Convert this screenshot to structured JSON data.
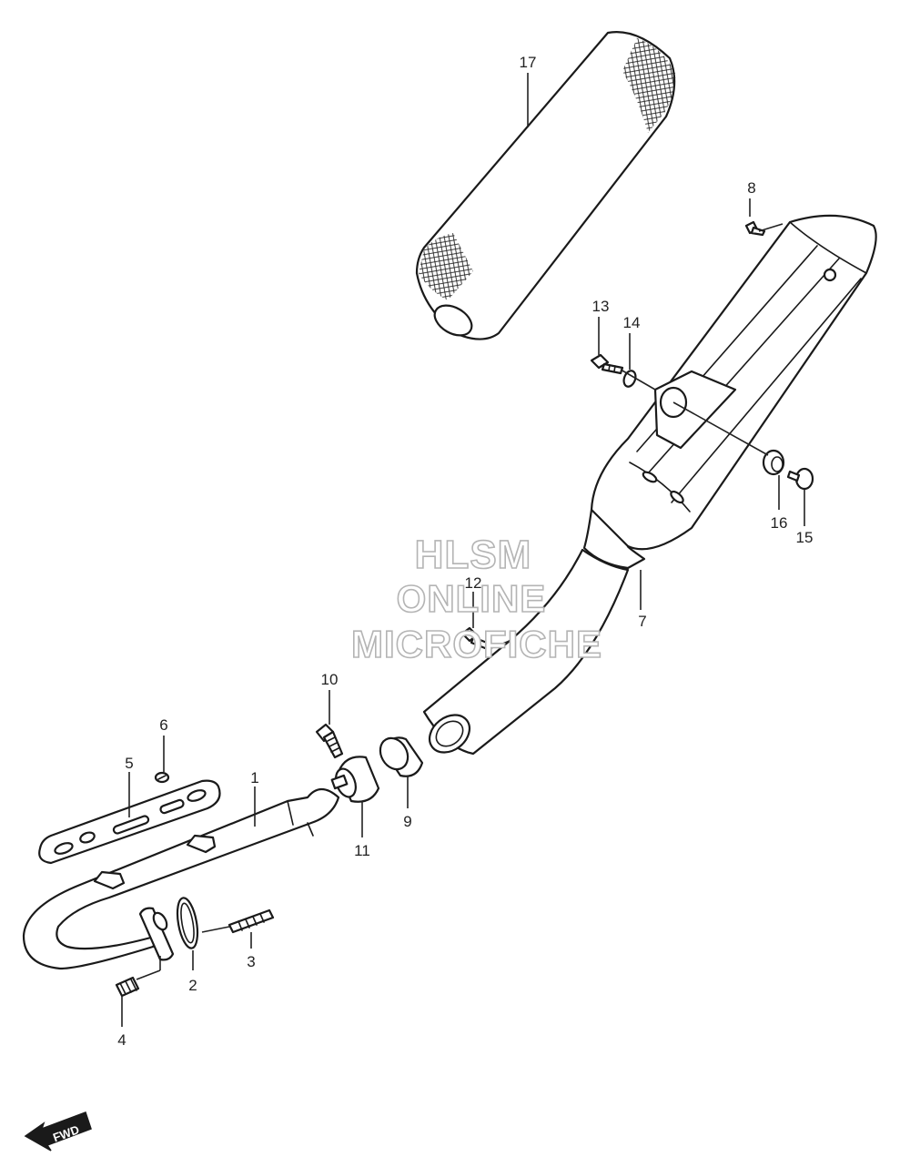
{
  "watermark": {
    "line1": "HLSM",
    "line2": "ONLINE",
    "line3": "MICROFICHE"
  },
  "direction_label": "FWD",
  "parts": {
    "p1": "1",
    "p2": "2",
    "p3": "3",
    "p4": "4",
    "p5": "5",
    "p6": "6",
    "p7": "7",
    "p8": "8",
    "p9": "9",
    "p10": "10",
    "p11": "11",
    "p12": "12",
    "p13": "13",
    "p14": "14",
    "p15": "15",
    "p16": "16",
    "p17": "17"
  }
}
